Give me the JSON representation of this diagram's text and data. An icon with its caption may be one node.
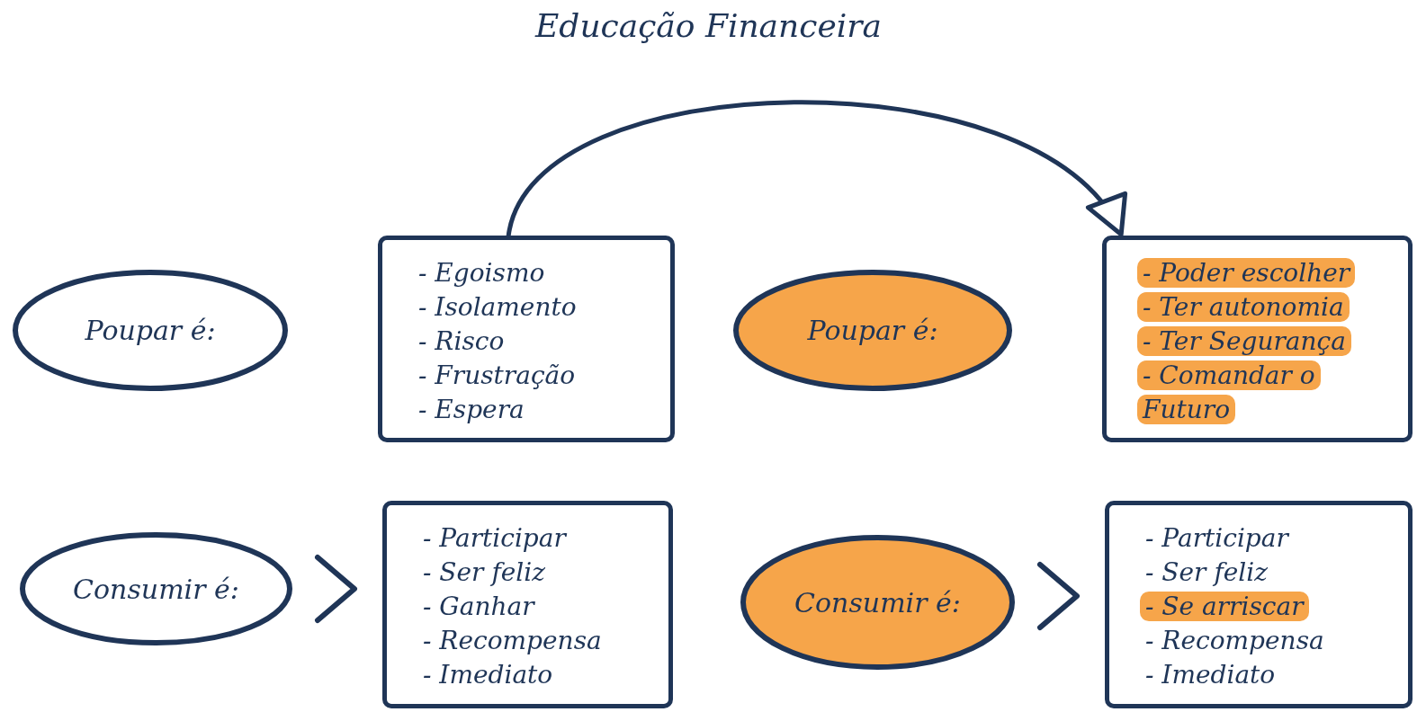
{
  "diagram": {
    "title": "Educação Financeira",
    "nodes": [
      {
        "text": [
          "Poupar é:"
        ]
      },
      {
        "text": [
          "- Egoismo",
          "- Isolamento",
          "- Risco",
          "- Frustração",
          "- Espera"
        ]
      },
      {
        "text": [
          "Poupar é:"
        ]
      },
      {
        "text": [
          "- Poder escolher",
          "- Ter autonomia",
          "- Ter Segurança",
          "- Comandar o Futuro"
        ]
      },
      {
        "text": [
          "Consumir é:"
        ]
      },
      {
        "text": [
          "- Participar",
          "- Ser feliz",
          "- Ganhar",
          "- Recompensa",
          "- Imediato"
        ]
      },
      {
        "text": [
          "Consumir é:"
        ]
      },
      {
        "text": [
          "- Participar",
          "- Ser feliz",
          "- Se arriscar",
          "- Recompensa",
          "- Imediato"
        ]
      }
    ],
    "edges": [
      {
        "from": 1,
        "to": 3,
        "arrow": "to"
      },
      {
        "from": 4,
        "to": 5,
        "arrow": "to"
      },
      {
        "from": 6,
        "to": 7,
        "arrow": "to"
      }
    ]
  }
}
